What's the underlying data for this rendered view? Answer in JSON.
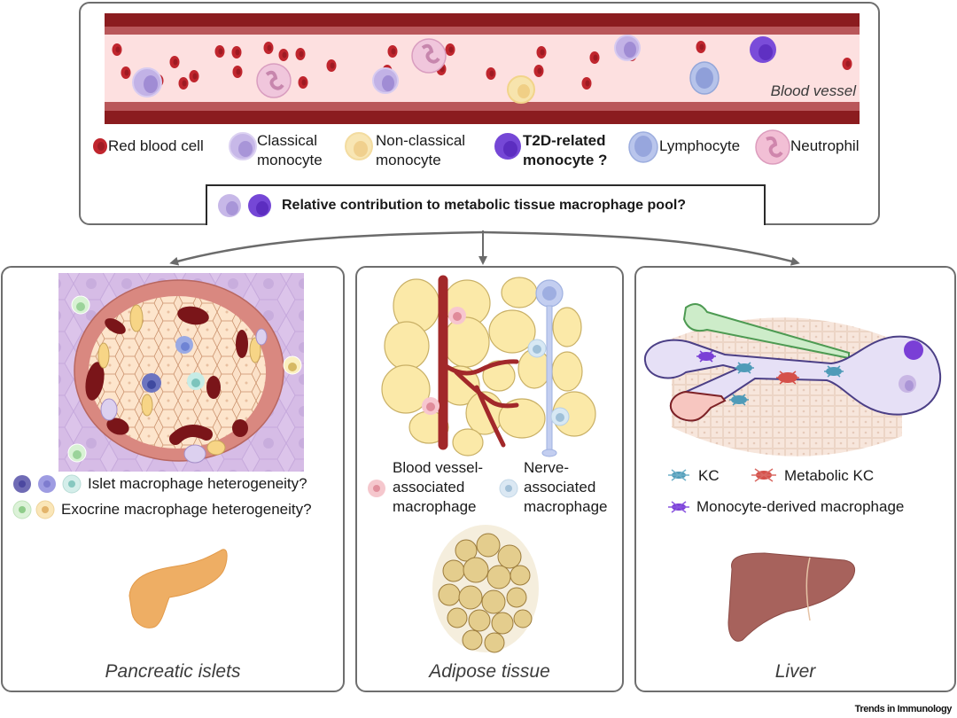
{
  "blood_vessel": {
    "label": "Blood vessel",
    "legend": [
      {
        "icon": "red-blood-cell",
        "label": "Red blood cell",
        "color": "#c0262e"
      },
      {
        "icon": "classical-monocyte",
        "label_line1": "Classical",
        "label_line2": "monocyte",
        "color": "#b8a6de"
      },
      {
        "icon": "non-classical-monocyte",
        "label_line1": "Non-classical",
        "label_line2": "monocyte",
        "color": "#f6e0a6"
      },
      {
        "icon": "t2d-related-monocyte",
        "label_line1": "T2D-related",
        "label_line2": "monocyte ?",
        "color": "#7245d2",
        "bold": true
      },
      {
        "icon": "lymphocyte",
        "label": "Lymphocyte",
        "color": "#a9b8e6"
      },
      {
        "icon": "neutrophil",
        "label": "Neutrophil",
        "color": "#f2b6ce"
      }
    ],
    "question": "Relative contribution to metabolic tissue macrophage pool?"
  },
  "panels": {
    "pancreas": {
      "caption": "Pancreatic islets",
      "legend": [
        {
          "label": "Islet macrophage heterogeneity?",
          "icon_colors": [
            "#6f6bb5",
            "#9e9ce2",
            "#bfe6e0"
          ]
        },
        {
          "label": "Exocrine macrophage heterogeneity?",
          "icon_colors": [
            "#c8ecc4",
            "#f6dea4"
          ]
        }
      ]
    },
    "adipose": {
      "caption": "Adipose tissue",
      "legend": [
        {
          "label_line1": "Blood vessel-",
          "label_line2": "associated",
          "label_line3": "macrophage",
          "icon_color": "#f1b9c1"
        },
        {
          "label_line1": "Nerve-",
          "label_line2": "associated",
          "label_line3": "macrophage",
          "icon_color": "#cfe1ee"
        }
      ]
    },
    "liver": {
      "caption": "Liver",
      "legend": [
        {
          "label": "KC",
          "icon_color": "#4f9bb8"
        },
        {
          "label": "Metabolic KC",
          "icon_color": "#d5504a"
        },
        {
          "label": "Monocyte-derived macrophage",
          "icon_color": "#7a3fd6"
        }
      ]
    }
  },
  "colors": {
    "vessel_wall": "#8b1c1f",
    "vessel_inner_wall": "#b9575a",
    "vessel_lumen": "#fde0e0",
    "panel_border": "#6e6e6e",
    "arrow": "#6b6b6b"
  },
  "source": "Trends in Immunology"
}
